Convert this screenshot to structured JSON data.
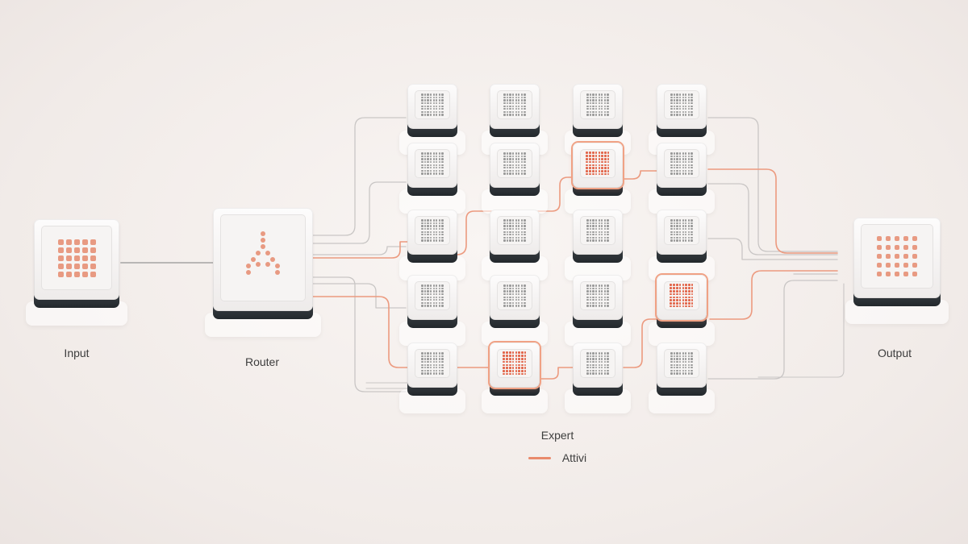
{
  "labels": {
    "input": "Input",
    "router": "Router",
    "output": "Output",
    "experts": "Expert"
  },
  "legend": {
    "active_label": "Attivi",
    "active_color": "#e98a6c"
  },
  "colors": {
    "active_accent": "#e2654a",
    "inactive_dot": "#9a9a9a",
    "wire_inactive": "#c9c6c5",
    "wire_active": "#ec9a7f"
  },
  "experts": {
    "columns": 4,
    "rows": 5,
    "active_cells": [
      {
        "row": 2,
        "col": 3
      },
      {
        "row": 4,
        "col": 4
      },
      {
        "row": 5,
        "col": 2
      }
    ]
  }
}
